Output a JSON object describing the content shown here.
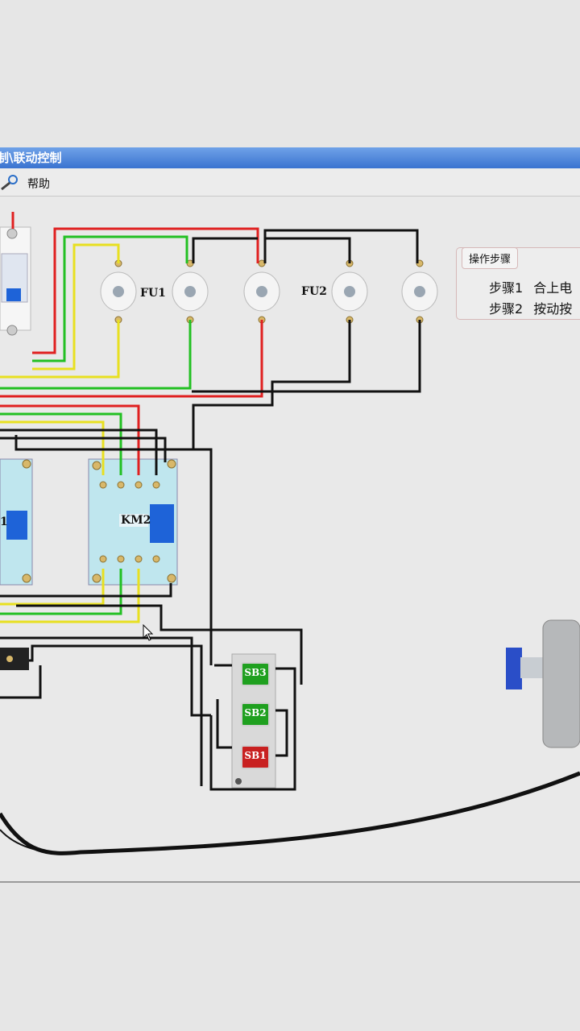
{
  "window": {
    "title": "制\\联动控制"
  },
  "menu": {
    "help_label": "帮助"
  },
  "labels": {
    "fu1": "FU1",
    "fu2": "FU2",
    "km2": "KM2",
    "km1_partial": "1"
  },
  "buttons": {
    "sb3": "SB3",
    "sb2": "SB2",
    "sb1": "SB1"
  },
  "steps": {
    "title": "操作步骤",
    "items": [
      {
        "num": "步骤1",
        "text": "合上电"
      },
      {
        "num": "步骤2",
        "text": "按动按"
      }
    ]
  },
  "colors": {
    "title_bar": "#3a73d0",
    "wire_red": "#e02020",
    "wire_green": "#22c022",
    "wire_yellow": "#e8e020",
    "wire_black": "#111111",
    "sb_green": "#1fa01f",
    "sb_red": "#c82020"
  }
}
